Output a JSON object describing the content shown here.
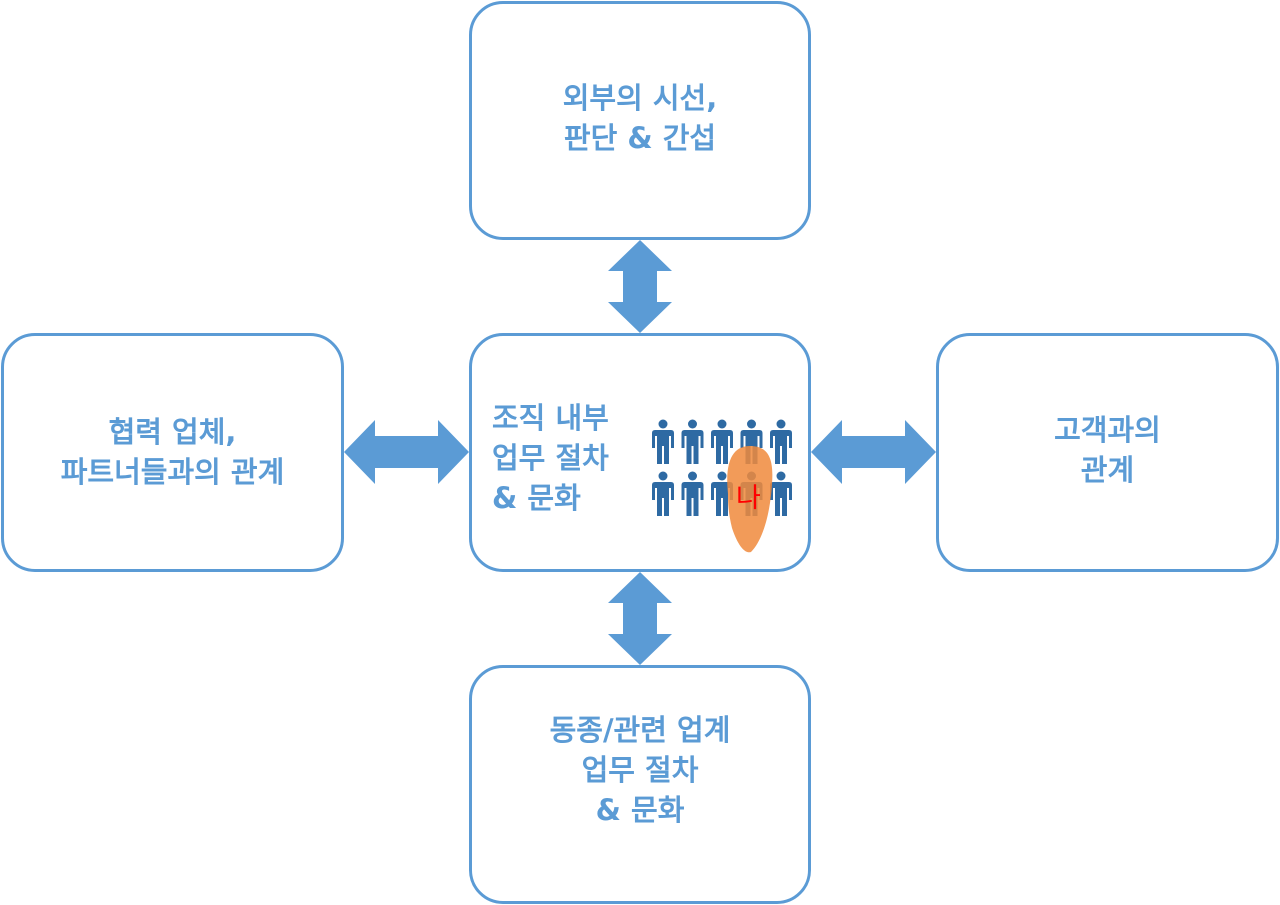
{
  "diagram": {
    "colors": {
      "accent": "#5b9bd5",
      "people": "#2e6aa3",
      "highlight": "#f08a3c",
      "me_text": "#ff0000"
    },
    "boxes": {
      "top": {
        "label": "외부의 시선,\n판단 & 간섭"
      },
      "left": {
        "label": "협력 업체,\n파트너들과의 관계"
      },
      "center": {
        "label": "조직 내부\n업무 절차\n& 문화",
        "me_label": "나",
        "people_icon_count": 10
      },
      "right": {
        "label": "고객과의\n관계"
      },
      "bottom": {
        "label": "동종/관련 업계\n업무 절차\n& 문화"
      }
    },
    "arrows": [
      {
        "from": "center",
        "to": "top",
        "type": "double"
      },
      {
        "from": "center",
        "to": "left",
        "type": "double"
      },
      {
        "from": "center",
        "to": "right",
        "type": "double"
      },
      {
        "from": "center",
        "to": "bottom",
        "type": "double"
      }
    ]
  }
}
